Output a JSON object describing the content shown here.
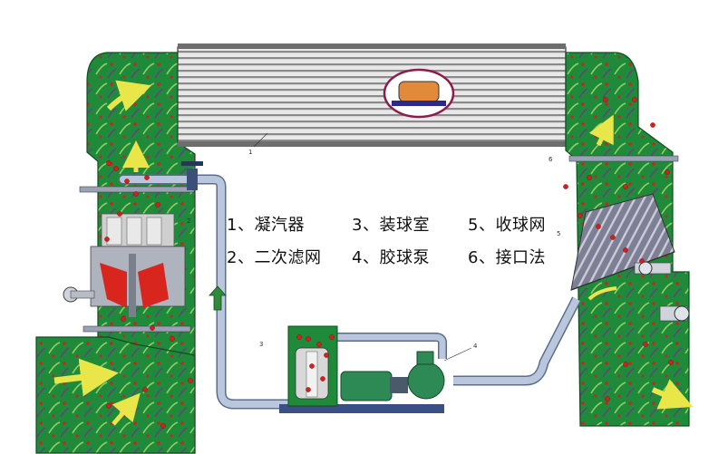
{
  "legend": [
    {
      "num": "1",
      "label": "凝汽器"
    },
    {
      "num": "2",
      "label": "二次滤网"
    },
    {
      "num": "3",
      "label": "装球室"
    },
    {
      "num": "4",
      "label": "胶球泵"
    },
    {
      "num": "5",
      "label": "收球网"
    },
    {
      "num": "6",
      "label": "接口法"
    }
  ],
  "legend_separator": "、",
  "callouts": {
    "condenser": "1",
    "secondary_filter": "2",
    "ball_chamber": "3",
    "ball_pump": "4",
    "ball_net": "5",
    "flange": "6"
  },
  "colors": {
    "duct_green": "#1f8a3a",
    "duct_dark": "#176a2c",
    "duct_light": "#4fae4c",
    "pipe_blue": "#b9c6dc",
    "pipe_edge": "#5a6d8e",
    "ball_red": "#d02020",
    "arrow_yellow": "#e9e64a",
    "tube_gray": "#d8d8d8",
    "motor_green": "#2e8a55",
    "base_blue": "#3a4f86"
  }
}
